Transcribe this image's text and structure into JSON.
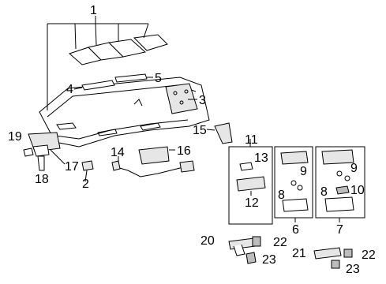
{
  "callouts": {
    "c1": "1",
    "c2": "2",
    "c3": "3",
    "c4": "4",
    "c5": "5",
    "c6": "6",
    "c7": "7",
    "c8a": "8",
    "c8b": "8",
    "c9a": "9",
    "c9b": "9",
    "c10": "10",
    "c11": "11",
    "c12": "12",
    "c13": "13",
    "c14": "14",
    "c15": "15",
    "c16": "16",
    "c17": "17",
    "c18": "18",
    "c19": "19",
    "c20": "20",
    "c21": "21",
    "c22a": "22",
    "c22b": "22",
    "c23a": "23",
    "c23b": "23"
  }
}
